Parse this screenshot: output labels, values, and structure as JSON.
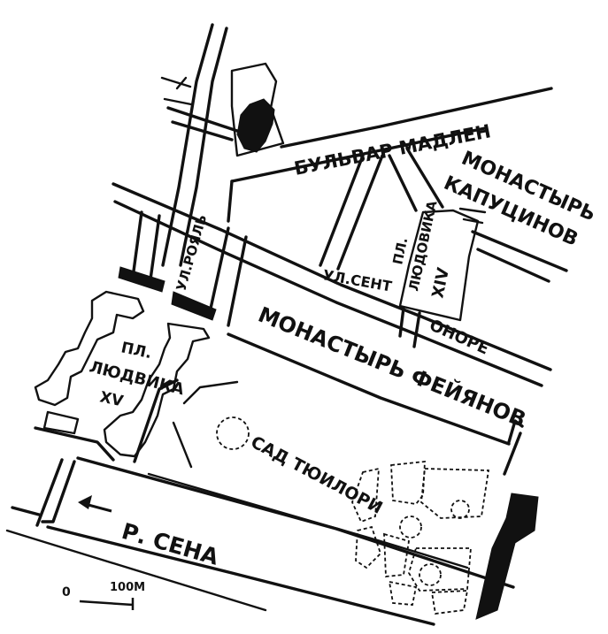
{
  "map": {
    "labels": {
      "boulevard": "БУЛЬВАР МАДЛЕН",
      "capucins_1": "МОНАСТЫРЬ",
      "capucins_2": "КАПУЦИНОВ",
      "vendome_1": "ПЛ.",
      "vendome_2": "ЛЮДОВИКА",
      "vendome_3": "XIV",
      "royale_street": "УЛ.РОЯЛЬ",
      "st_honore_1": "УЛ.СЕНТ",
      "st_honore_2": "ОНОРЕ",
      "feuillants": "МОНАСТЫРЬ ФЕЙЯНОВ",
      "concorde_1": "ПЛ.",
      "concorde_2": "ЛЮДВИКА",
      "concorde_3": "XV",
      "tuileries": "САД ТЮИЛОРИ",
      "river": "Р. СЕНА"
    },
    "scale": {
      "zero": "0",
      "distance": "100М"
    },
    "icons": {
      "church": "madeleine-church-icon",
      "arrow": "river-flow-arrow-icon"
    }
  }
}
